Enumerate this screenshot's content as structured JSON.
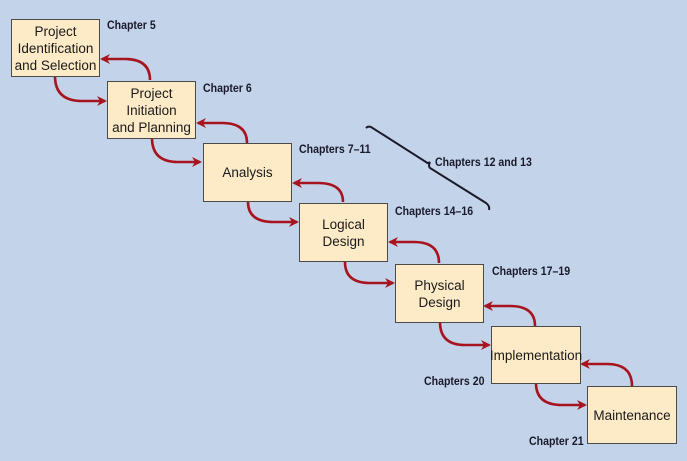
{
  "colors": {
    "background": "#c3d3ea",
    "box": "#fdebc8",
    "arrow": "#a8141e",
    "brace": "#1a1a2a"
  },
  "phases": [
    {
      "name": "Project Identification and Selection",
      "text": "Project\nIdentification\nand Selection",
      "chapter": "Chapter 5"
    },
    {
      "name": "Project Initiation and Planning",
      "text": "Project\nInitiation\nand Planning",
      "chapter": "Chapter 6"
    },
    {
      "name": "Analysis",
      "text": "Analysis",
      "chapter": "Chapters 7–11"
    },
    {
      "name": "Logical Design",
      "text": "Logical\nDesign",
      "chapter": "Chapters 14–16"
    },
    {
      "name": "Physical Design",
      "text": "Physical\nDesign",
      "chapter": "Chapters 17–19"
    },
    {
      "name": "Implementation",
      "text": "Implementation",
      "chapter": "Chapters 20"
    },
    {
      "name": "Maintenance",
      "text": "Maintenance",
      "chapter": "Chapter 21"
    }
  ],
  "brace_label": "Chapters 12 and 13"
}
